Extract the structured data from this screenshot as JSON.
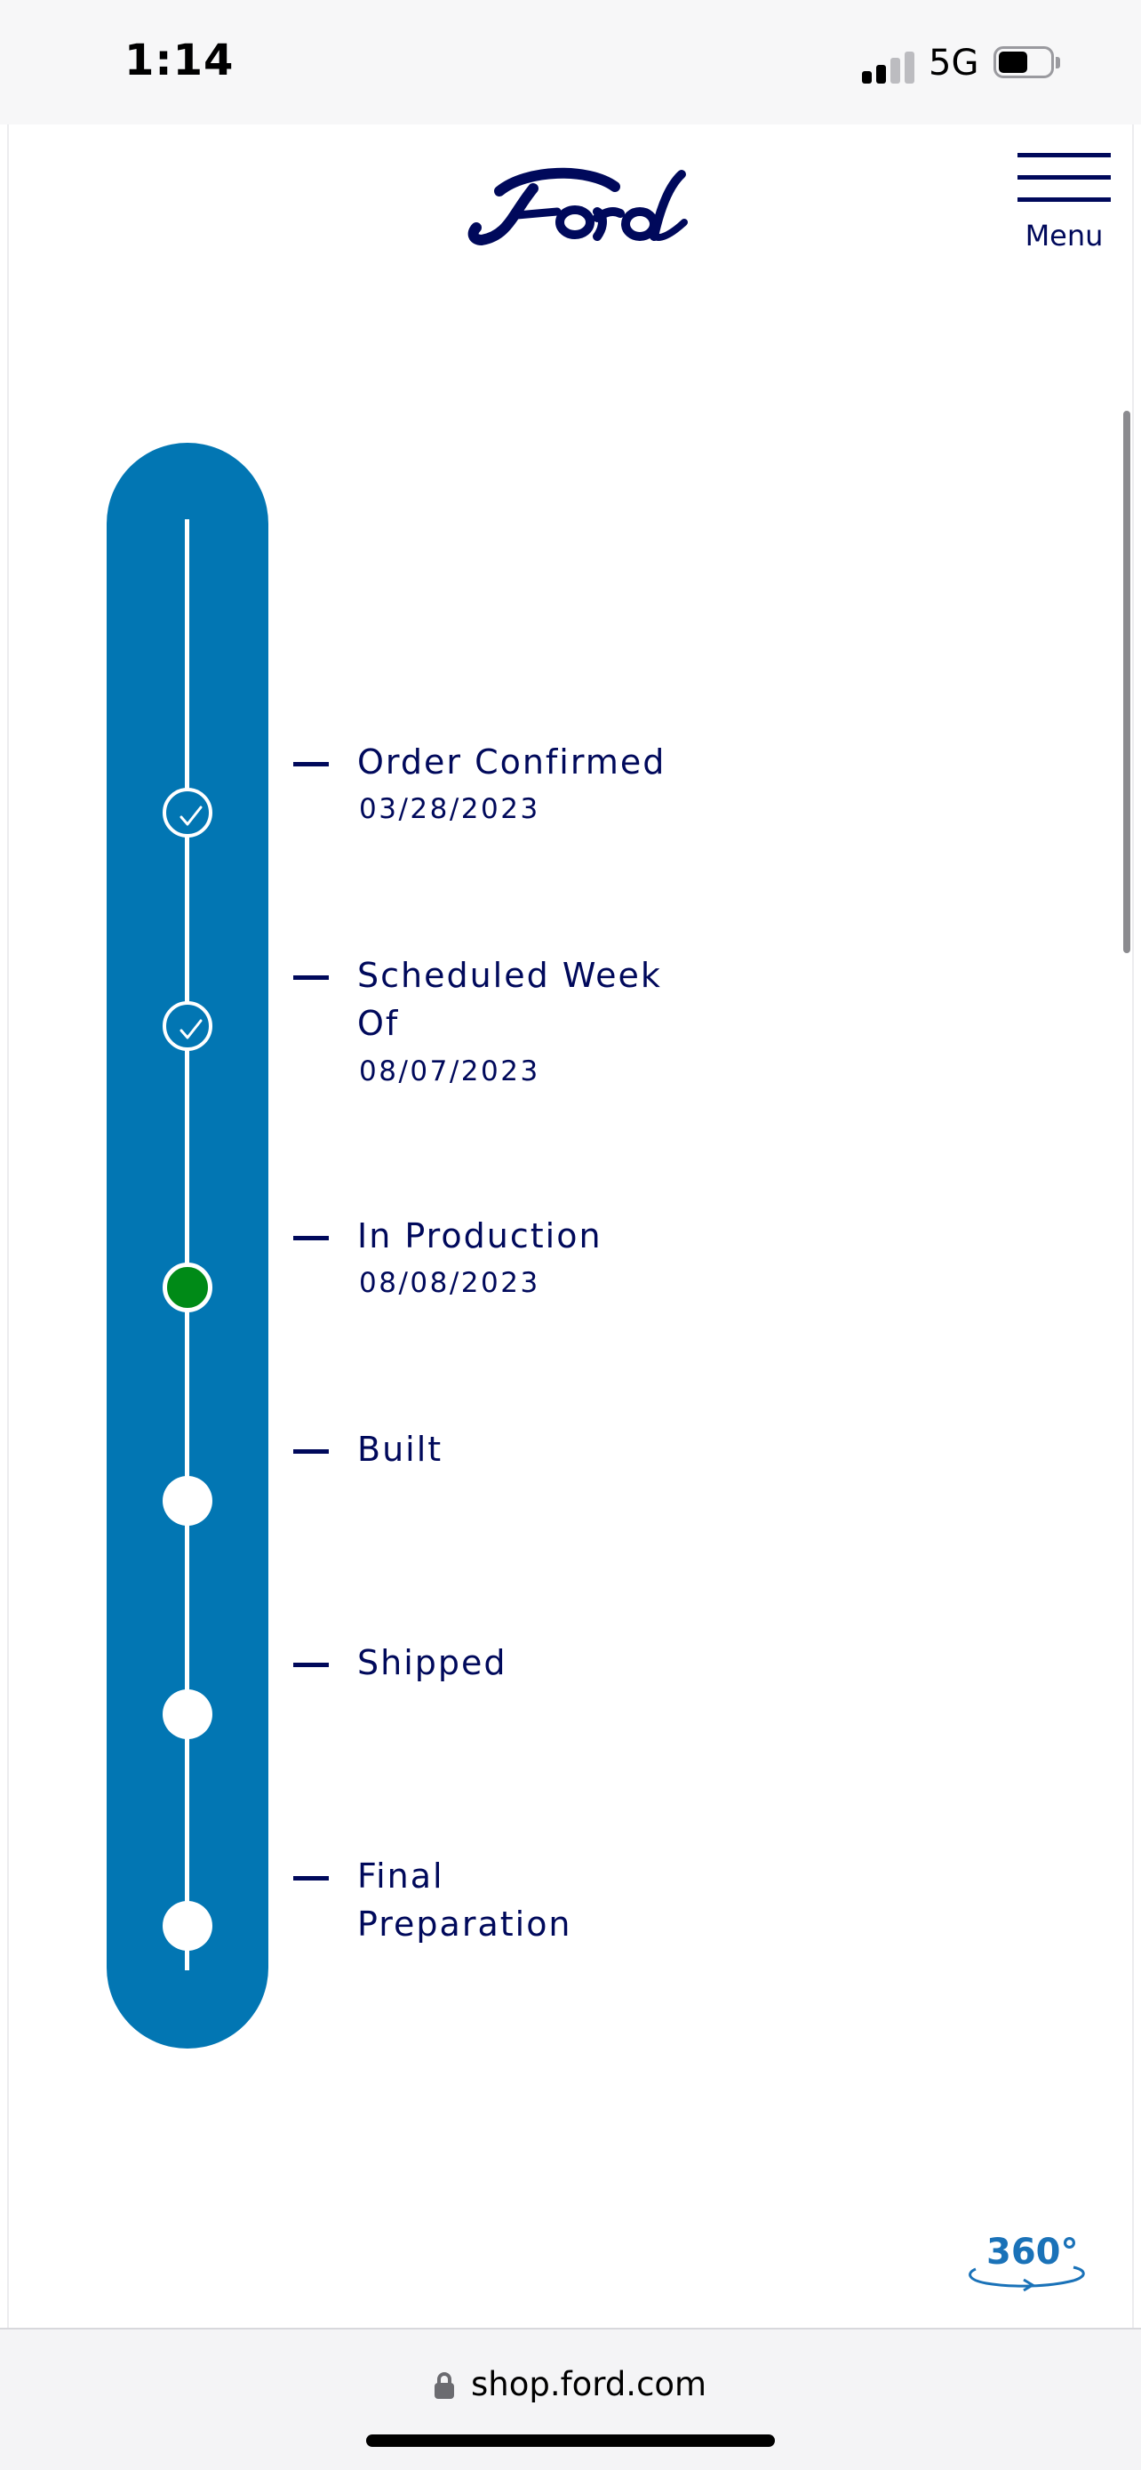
{
  "status_bar": {
    "time": "1:14",
    "network": "5G",
    "signal_bars_active": 2,
    "signal_bars_total": 4,
    "battery_level": 0.5
  },
  "header": {
    "logo_icon": "ford-logo",
    "menu_label": "Menu"
  },
  "timeline": {
    "steps": [
      {
        "title": "Order Confirmed",
        "date": "03/28/2023",
        "status": "done"
      },
      {
        "title": "Scheduled Week Of",
        "date": "08/07/2023",
        "status": "done"
      },
      {
        "title": "In Production",
        "date": "08/08/2023",
        "status": "current"
      },
      {
        "title": "Built",
        "date": "",
        "status": "pending"
      },
      {
        "title": "Shipped",
        "date": "",
        "status": "pending"
      },
      {
        "title": "Final Preparation",
        "date": "",
        "status": "pending"
      }
    ]
  },
  "view360": {
    "label": "360°",
    "icon": "rotate-360-icon"
  },
  "browser": {
    "url": "shop.ford.com",
    "lock_icon": "lock-icon"
  },
  "colors": {
    "ford_blue": "#00095b",
    "track_blue": "#0276b3",
    "current_green": "#008a17",
    "view360_blue": "#1a72b8"
  }
}
